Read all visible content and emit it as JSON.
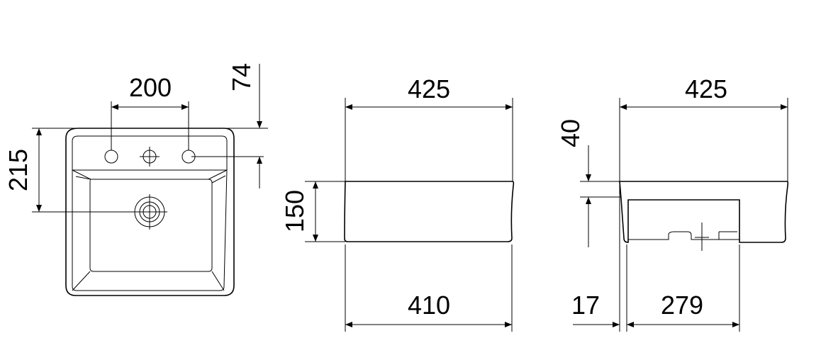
{
  "dimensions": {
    "top_holes_spacing": "200",
    "top_rim_offset": "74",
    "top_depth": "215",
    "front_width_top": "425",
    "front_height": "150",
    "front_width_bottom": "410",
    "side_width_top": "425",
    "side_lip": "40",
    "side_offset": "17",
    "side_depth": "279"
  },
  "colors": {
    "line": "#000000",
    "background": "#ffffff"
  }
}
